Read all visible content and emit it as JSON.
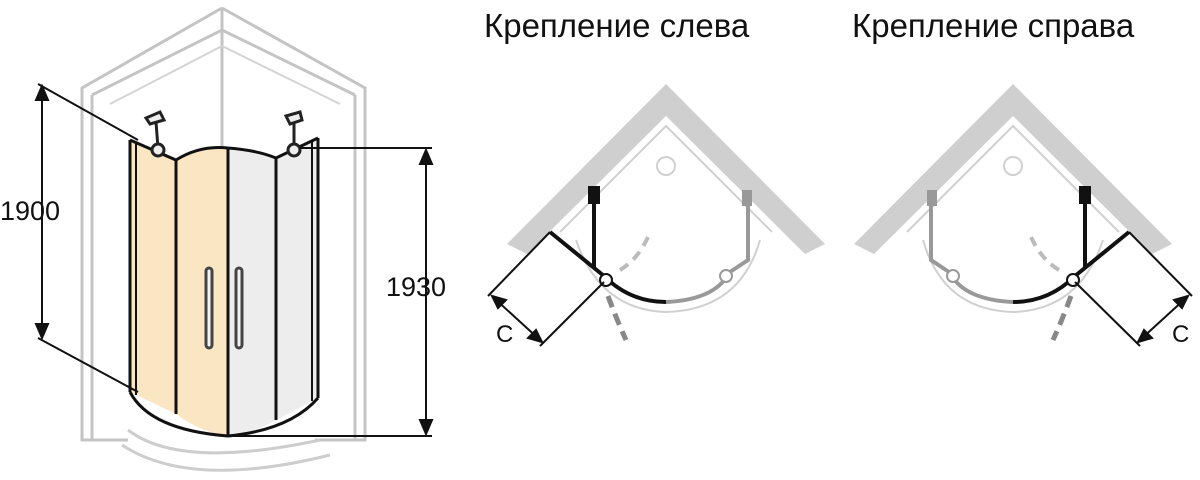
{
  "titles": {
    "left": "Крепление слева",
    "right": "Крепление справа"
  },
  "dimensions": {
    "height": "1900",
    "total_height": "1930",
    "clearance_left": "C",
    "clearance_right": "C"
  },
  "colors": {
    "glass_tint": "#fbe6c4",
    "glass_gray": "#ececec",
    "frame": "#111111",
    "wall": "#cfcfcf",
    "wall_line": "#bdbdbd"
  }
}
